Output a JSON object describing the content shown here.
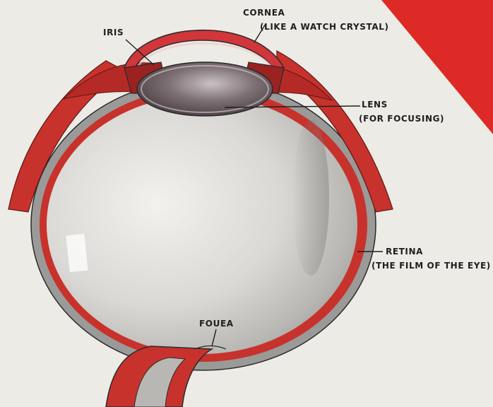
{
  "labels": {
    "iris": "IRIS",
    "cornea": "CORNEA",
    "cornea_note": "(LIKE A WATCH CRYSTAL)",
    "lens": "LENS",
    "lens_note": "(FOR FOCUSING)",
    "retina": "RETINA",
    "retina_note": "(THE FILM OF THE EYE)",
    "fovea": "FOUEA"
  },
  "colors": {
    "page": "#ecebe6",
    "corner_accent": "#dd2a26",
    "tissue_red": "#c8322c",
    "tissue_dark": "#8e1f1d",
    "sclera": "#9a9a98",
    "eyeball": "#d4d3cf",
    "lens": "#5d5155",
    "outline": "#2a2a2a"
  }
}
